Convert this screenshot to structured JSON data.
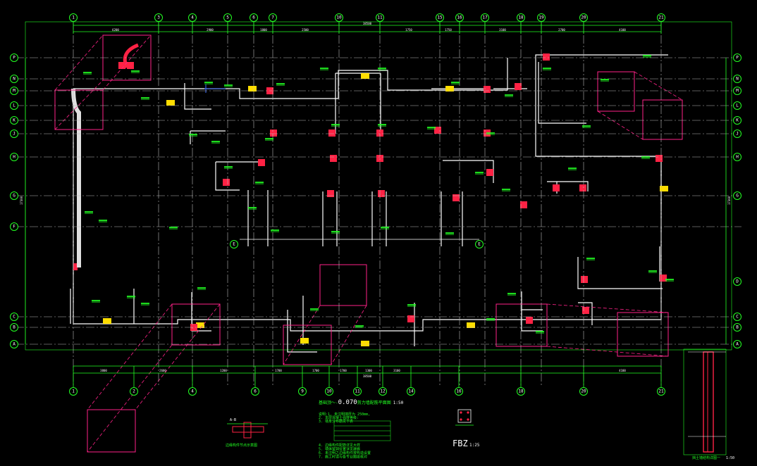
{
  "axes": {
    "top_columns": [
      "1",
      "3",
      "4",
      "5",
      "6",
      "7",
      "10",
      "11",
      "15",
      "16",
      "17",
      "18",
      "19",
      "20",
      "21"
    ],
    "bottom_columns": [
      "1",
      "2",
      "4",
      "6",
      "9",
      "10",
      "11",
      "12",
      "14",
      "16",
      "18",
      "20",
      "21"
    ],
    "left_rows": [
      "P",
      "N",
      "M",
      "L",
      "K",
      "J",
      "H",
      "G",
      "F",
      "C",
      "B",
      "A"
    ],
    "right_rows": [
      "P",
      "N",
      "M",
      "L",
      "K",
      "J",
      "H",
      "G",
      "D",
      "C",
      "B",
      "A"
    ],
    "inner_markers": [
      "E",
      "E"
    ]
  },
  "dimensions": {
    "top_total": "38500",
    "top_segments": [
      "6200",
      "2900",
      "1800",
      "2500",
      "1750",
      "1750",
      "3100",
      "2700",
      "4100"
    ],
    "bottom_total": "38500",
    "bottom_segments": [
      "3800",
      "2600",
      "1200",
      "1700",
      "1700",
      "1700",
      "1300",
      "3100",
      "4100"
    ],
    "left_total": "17300",
    "right_total": "17300"
  },
  "titles": {
    "plan_title_prefix": "基础顶～-",
    "plan_title_level": "0.070",
    "plan_title_suffix": "剪力墙配筋平面图",
    "plan_scale": "1:50",
    "fbz_title": "FBZ",
    "fbz_scale": "1:25",
    "wall_title": "挡土墙结构详图一",
    "wall_scale": "1:50",
    "node_caption": "边缘构件节点示意图",
    "node_label": "A-B"
  },
  "notes_lines": [
    "说明:1. 未注明墙厚为 250mm,",
    "2. 本层混凝土强度等级:",
    "3. 墙身分布筋见下表",
    "4. 边缘构件配筋详见大样",
    "5. 墙体留洞位置详见建施",
    "6. 未注明之边缘构件按构造设置",
    "7. 施工时请与各专业图纸核对"
  ],
  "colors": {
    "background": "#000000",
    "axis_bubble": "#22ff22",
    "wall": "#ffffff",
    "rebar": "#3b6cff",
    "column": "#ff2244",
    "callout": "#ff2288",
    "annotation": "#22ff22",
    "hatch": "#ffdd00"
  }
}
